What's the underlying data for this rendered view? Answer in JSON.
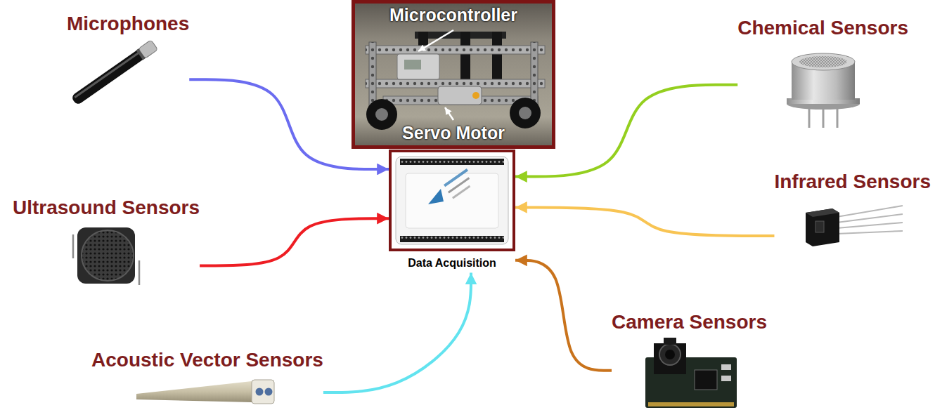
{
  "diagram": {
    "nodes": [
      {
        "text": [
          "Microphones"
        ]
      },
      {
        "text": [
          "Microcontroller",
          "Servo Motor"
        ]
      },
      {
        "text": [
          "Chemical Sensors"
        ]
      },
      {
        "text": [
          "Ultrasound Sensors"
        ]
      },
      {
        "text": [
          "Data Acquisition"
        ]
      },
      {
        "text": [
          "Infrared Sensors"
        ]
      },
      {
        "text": [
          "Acoustic Vector Sensors"
        ]
      },
      {
        "text": [
          "Camera Sensors"
        ]
      }
    ],
    "edges": [
      {
        "from": 0,
        "to": 4,
        "arrow": "to"
      },
      {
        "from": 2,
        "to": 4,
        "arrow": "to"
      },
      {
        "from": 3,
        "to": 4,
        "arrow": "to"
      },
      {
        "from": 5,
        "to": 4,
        "arrow": "to"
      },
      {
        "from": 6,
        "to": 4,
        "arrow": "to"
      },
      {
        "from": 7,
        "to": 4,
        "arrow": "to"
      }
    ]
  }
}
